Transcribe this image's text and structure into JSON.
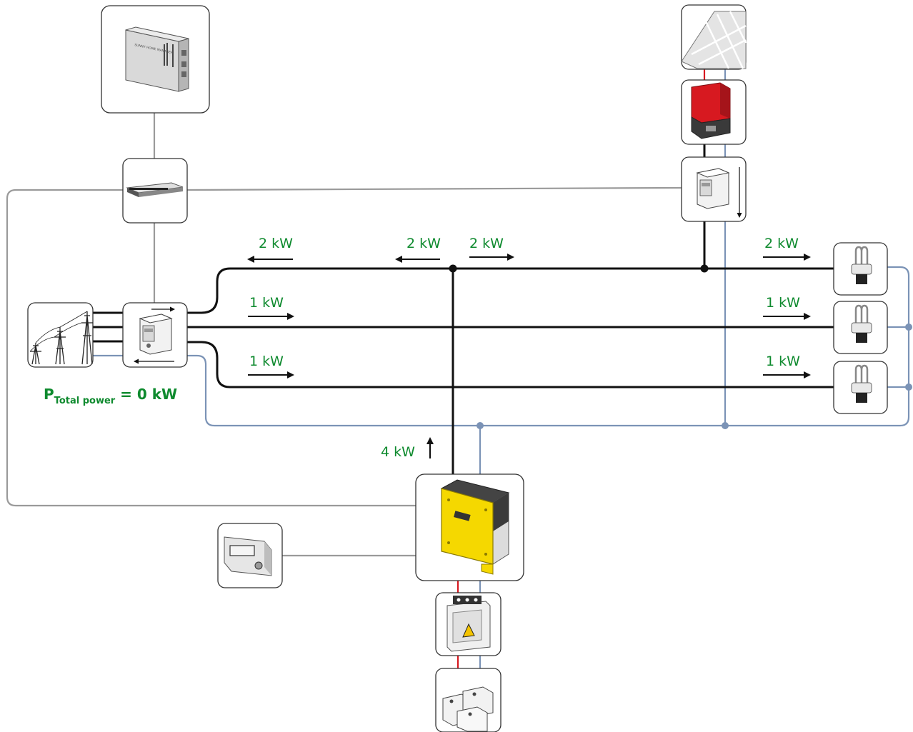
{
  "power_labels": {
    "bus1_left": "2 kW",
    "bus1_mid_left": "2 kW",
    "bus1_mid_right": "2 kW",
    "bus1_right": "2 kW",
    "bus2_left": "1 kW",
    "bus2_right": "1 kW",
    "bus3_left": "1 kW",
    "bus3_right": "1 kW",
    "battery_inverter": "4 kW"
  },
  "total_power": {
    "prefix": "P",
    "subscript": "Total power",
    "suffix": " = 0 kW"
  },
  "devices": {
    "data_manager_label": "SUNNY HOME MANAGER"
  },
  "colors": {
    "power_text": "#0e8a2e",
    "ac_line": "#111111",
    "neutral_line": "#7b93b6",
    "data_line": "#9a9a9a",
    "dc_positive": "#d71920",
    "battery_inverter": "#f5d800",
    "pv_inverter": "#d71920"
  }
}
